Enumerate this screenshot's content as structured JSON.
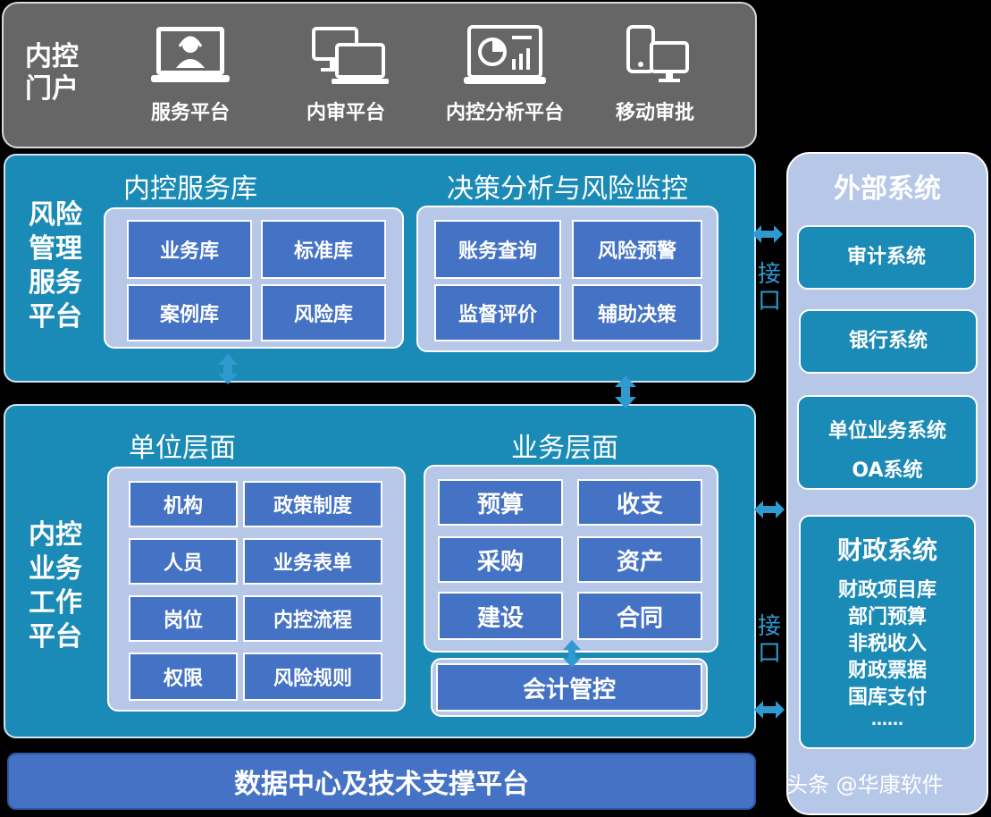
{
  "portal": {
    "title": "内控\n门户",
    "items": [
      {
        "label": "服务平台",
        "icon": "customer-service-monitor-icon"
      },
      {
        "label": "内审平台",
        "icon": "dual-monitor-icon"
      },
      {
        "label": "内控分析平台",
        "icon": "analytics-dashboard-icon"
      },
      {
        "label": "移动审批",
        "icon": "mobile-desktop-icon"
      }
    ]
  },
  "risk_platform": {
    "title": "风险\n管理\n服务\n平台",
    "service_lib": {
      "title": "内控服务库",
      "cells": [
        "业务库",
        "标准库",
        "案例库",
        "风险库"
      ]
    },
    "decision": {
      "title": "决策分析与风险监控",
      "cells": [
        "账务查询",
        "风险预警",
        "监督评价",
        "辅助决策"
      ]
    }
  },
  "work_platform": {
    "title": "内控\n业务\n工作\n平台",
    "unit_level": {
      "title": "单位层面",
      "cells": [
        "机构",
        "政策制度",
        "人员",
        "业务表单",
        "岗位",
        "内控流程",
        "权限",
        "风险规则"
      ]
    },
    "business_level": {
      "title": "业务层面",
      "cells": [
        "预算",
        "收支",
        "采购",
        "资产",
        "建设",
        "合同"
      ]
    },
    "accounting": "会计管控"
  },
  "interface_label": "接\n口",
  "external": {
    "title": "外部系统",
    "audit": "审计系统",
    "bank": "银行系统",
    "unit_business": "单位业务系统",
    "oa": "OA系统",
    "finance": {
      "title": "财政系统",
      "items": [
        "财政项目库",
        "部门预算",
        "非税收入",
        "财政票据",
        "国库支付",
        "……"
      ]
    }
  },
  "bottom": "数据中心及技术支撑平台",
  "watermark": "头条 @华康软件",
  "colors": {
    "panel": "#1a8ab6",
    "cell": "#4472c4",
    "inner": "#b7c7e8",
    "portal": "#666666",
    "arrow": "#2e9ad0"
  }
}
